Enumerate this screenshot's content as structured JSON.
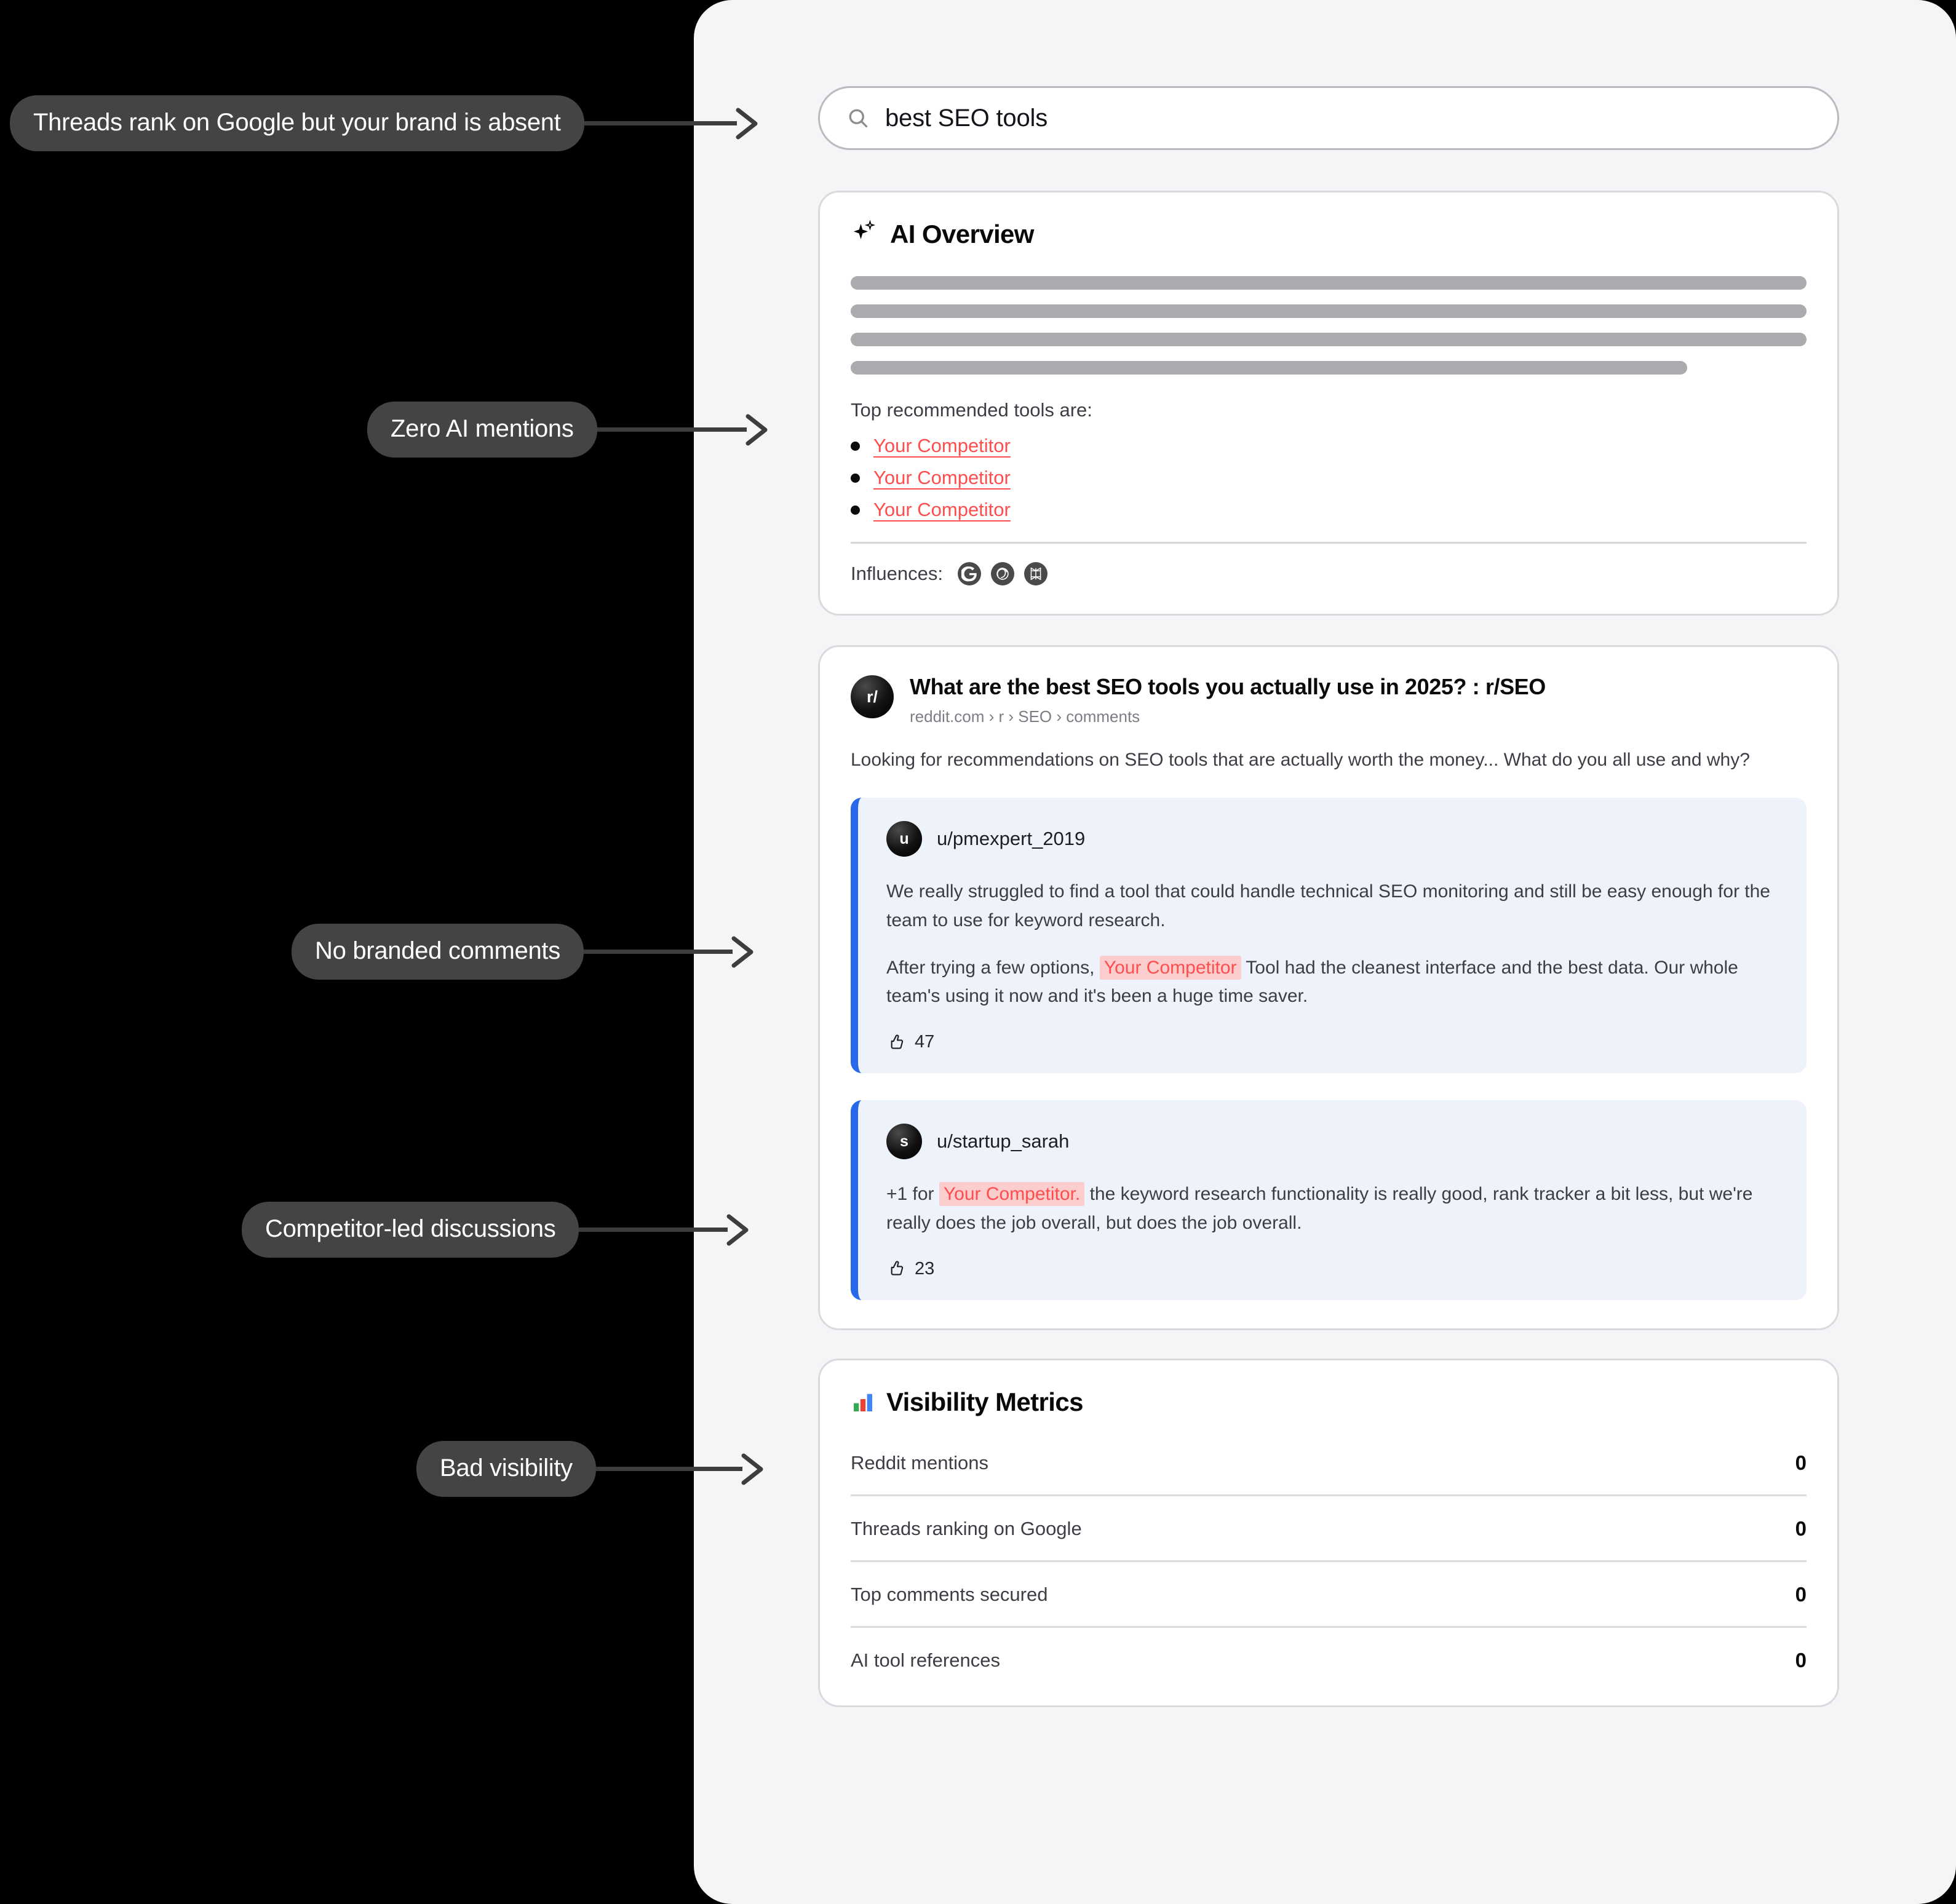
{
  "annotations": [
    {
      "text": "Threads rank on Google but your brand is absent",
      "line_width": 248
    },
    {
      "text": "Zero AI mentions",
      "line_width": 243
    },
    {
      "text": "No branded comments",
      "line_width": 242
    },
    {
      "text": "Competitor-led discussions",
      "line_width": 242
    },
    {
      "text": "Bad visibility",
      "line_width": 238
    }
  ],
  "search": {
    "icon": "search-icon",
    "value": "best SEO tools"
  },
  "ai_overview": {
    "icon": "sparkle-icon",
    "title": "AI Overview",
    "skeleton_widths": [
      "100%",
      "100%",
      "100%",
      "87.5%"
    ],
    "lead": "Top recommended tools are:",
    "items": [
      {
        "label": "Your Competitor"
      },
      {
        "label": "Your Competitor"
      },
      {
        "label": "Your Competitor"
      }
    ],
    "influences_label": "Influences:",
    "influences": [
      {
        "name": "google-icon"
      },
      {
        "name": "openai-icon"
      },
      {
        "name": "perplexity-icon"
      }
    ]
  },
  "reddit": {
    "avatar": "r/",
    "title": "What are the best SEO tools you actually use in 2025? : r/SEO",
    "url": "reddit.com › r › SEO › comments",
    "snippet": "Looking for recommendations on SEO tools that are actually worth the money... What do you all use and why?",
    "comments": [
      {
        "avatar": "u",
        "user": "u/pmexpert_2019",
        "paragraph_1": "We really struggled to find a tool that could handle technical SEO monitoring and still be easy enough for the team to use for keyword research.",
        "p2_before": "After trying a few options, ",
        "p2_highlight": "Your Competitor",
        "p2_after": " Tool had the cleanest interface and the best data. Our whole team's using it now and it's been a huge time saver.",
        "votes": "47",
        "vote_icon": "thumbs-up-icon"
      },
      {
        "avatar": "s",
        "user": "u/startup_sarah",
        "p2_before": "+1 for ",
        "p2_highlight": "Your Competitor.",
        "p2_after": "  the keyword research functionality is really good, rank tracker a bit less, but we're really does the job overall, but does the job overall.",
        "votes": "23",
        "vote_icon": "thumbs-up-icon"
      }
    ]
  },
  "metrics": {
    "icon": "bar-chart-icon",
    "title": "Visibility Metrics",
    "rows": [
      {
        "label": "Reddit mentions",
        "value": "0"
      },
      {
        "label": "Threads ranking on Google",
        "value": "0"
      },
      {
        "label": "Top comments secured",
        "value": "0"
      },
      {
        "label": "AI tool references",
        "value": "0"
      }
    ]
  },
  "colors": {
    "accent_blue": "#2769e8",
    "competitor_red": "#ff4d4d",
    "highlight_pink": "#fbcdcd",
    "panel_bg": "#f4f5f7",
    "pill_bg": "#444444"
  }
}
